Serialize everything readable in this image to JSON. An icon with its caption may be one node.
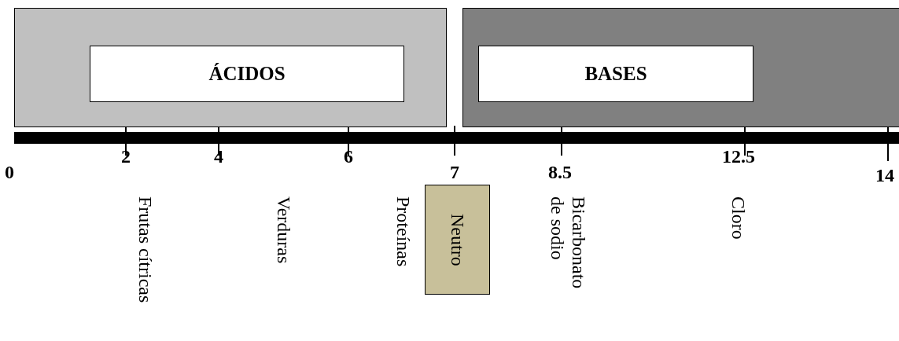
{
  "diagram": {
    "nodes": [
      {
        "text": [],
        "shape": "box"
      },
      {
        "text": [
          "ÁCIDOS"
        ],
        "in": 0
      },
      {
        "text": [],
        "shape": "box"
      },
      {
        "text": [
          "BASES"
        ],
        "in": 2
      },
      {
        "text": [
          "Neutro"
        ]
      }
    ],
    "labels": [
      "0",
      "2",
      "4",
      "6",
      "7",
      "8.5",
      "12.5",
      "14",
      "Frutas cítricas",
      "Verduras",
      "Proteínas",
      "Bicarbonato de sodio",
      "Cloro"
    ]
  }
}
